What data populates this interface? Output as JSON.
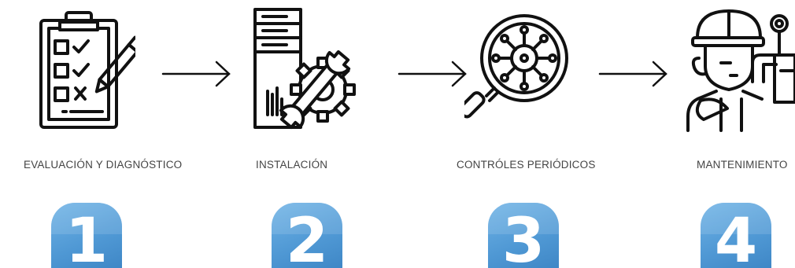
{
  "steps": [
    {
      "label": "EVALUACIÓN Y DIAGNÓSTICO",
      "number": "1",
      "icon": "clipboard-checklist-icon"
    },
    {
      "label": "INSTALACIÓN",
      "number": "2",
      "icon": "server-gear-wrench-icon"
    },
    {
      "label": "CONTRÓLES PERIÓDICOS",
      "number": "3",
      "icon": "magnifier-virus-icon"
    },
    {
      "label": "MANTENIMIENTO",
      "number": "4",
      "icon": "technician-icon"
    }
  ],
  "colors": {
    "badge": "#4f98d4",
    "stroke": "#111111",
    "label": "#444444"
  }
}
